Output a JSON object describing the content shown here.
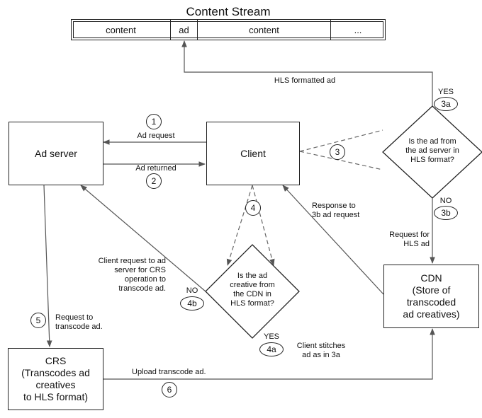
{
  "title": "Content Stream",
  "stream_segments": [
    "content",
    "ad",
    "content",
    "..."
  ],
  "nodes": {
    "ad_server": "Ad server",
    "client": "Client",
    "cdn": "CDN\n(Store of\ntranscoded\nad creatives)",
    "crs": "CRS\n(Transcodes ad\ncreatives\nto HLS format)"
  },
  "decisions": {
    "d3": "Is the ad from\nthe ad server in\nHLS format?",
    "d4": "Is the ad\ncreative from\nthe CDN in\nHLS format?"
  },
  "steps": {
    "s1": "1",
    "s2": "2",
    "s3": "3",
    "s4": "4",
    "s5": "5",
    "s6": "6",
    "s3a": "3a",
    "s3b": "3b",
    "s4a": "4a",
    "s4b": "4b"
  },
  "labels": {
    "ad_request": "Ad request",
    "ad_returned": "Ad returned",
    "hls_formatted_ad": "HLS formatted ad",
    "yes_3a": "YES",
    "no_3b": "NO",
    "response_3b": "Response to\n3b ad request",
    "request_hls": "Request for\nHLS ad",
    "client_request_crs": "Client request to ad\nserver for CRS\noperation to\ntranscode ad.",
    "no_4b": "NO",
    "yes_4a": "YES",
    "client_stitches": "Client stitches\nad as in 3a",
    "request_transcode": "Request to\ntranscode ad.",
    "upload_transcode": "Upload transcode ad."
  }
}
